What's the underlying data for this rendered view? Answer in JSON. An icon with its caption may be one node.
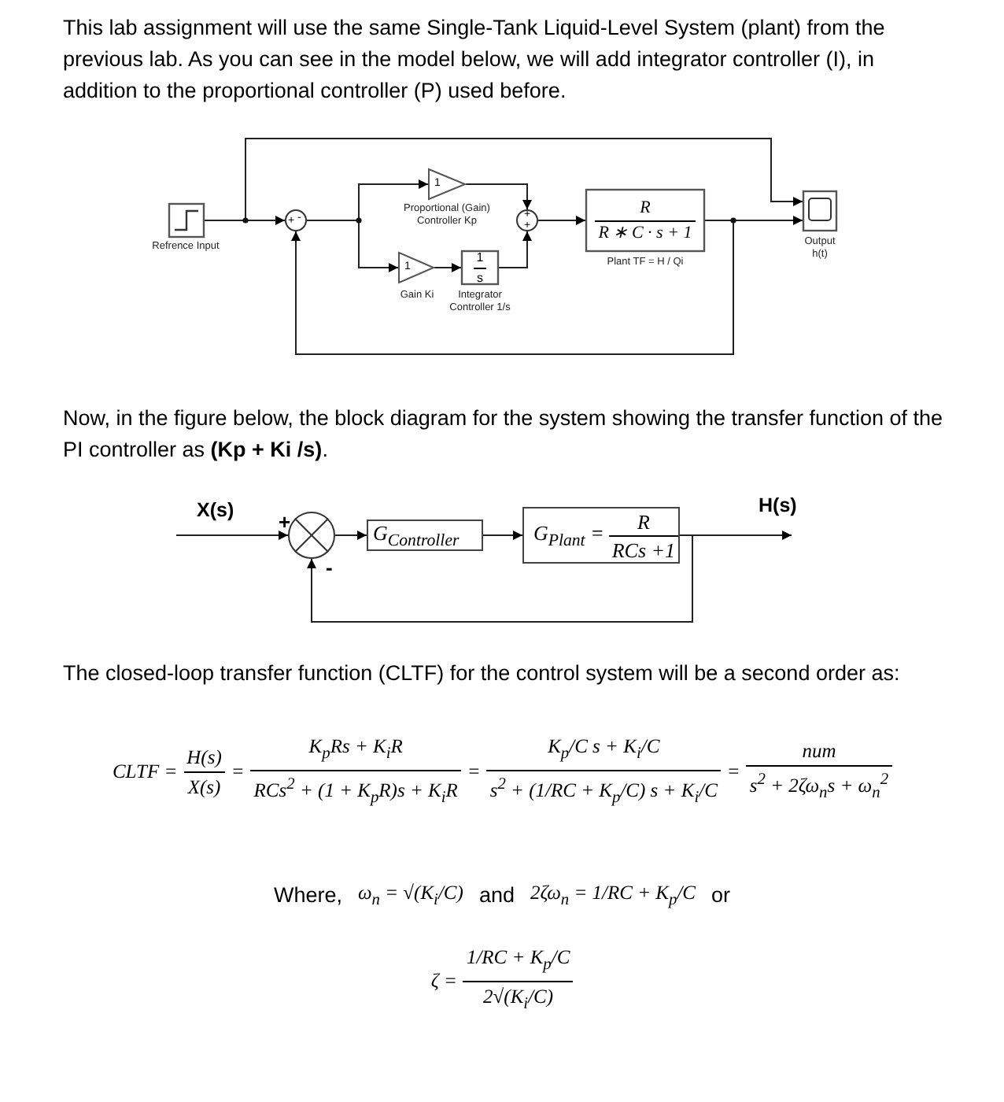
{
  "diagram": {
    "nodes": [
      {
        "text": [],
        "shape": "box",
        "beside": [
          "Refrence Input"
        ]
      },
      {
        "text": [
          "+",
          "-"
        ]
      },
      {
        "text": [
          "1"
        ],
        "beside": [
          "Proportional (Gain) Controller Kp"
        ]
      },
      {
        "text": [
          "1"
        ],
        "beside": [
          "Gain Ki"
        ]
      },
      {
        "text": [
          "1",
          "s"
        ],
        "beside": [
          "Integrator Controller 1/s"
        ]
      },
      {
        "text": [
          "+",
          "+"
        ]
      },
      {
        "text": [
          "R",
          "R ∗ C · s + 1"
        ],
        "beside": [
          "Plant TF = H / Qi"
        ]
      },
      {
        "text": [],
        "shape": "box",
        "beside": [
          "Output h(t)"
        ]
      },
      {
        "text": [],
        "shape": "circle"
      },
      {
        "text": [
          "G$_{Controller}$"
        ]
      },
      {
        "text": [
          "G$_{Plant}$ =",
          "R",
          "RCs +1"
        ]
      }
    ],
    "edges": [
      {
        "from": 0,
        "to": 1,
        "arrow": "to"
      },
      {
        "from": 0,
        "to": 7,
        "arrow": "to"
      },
      {
        "from": 1,
        "to": 2,
        "arrow": "to"
      },
      {
        "from": 1,
        "to": 3,
        "arrow": "to"
      },
      {
        "from": 2,
        "to": 5,
        "arrow": "to"
      },
      {
        "from": 3,
        "to": 4,
        "arrow": "to"
      },
      {
        "from": 4,
        "to": 5,
        "arrow": "to"
      },
      {
        "from": 5,
        "to": 6,
        "arrow": "to"
      },
      {
        "from": 6,
        "to": 7,
        "arrow": "to"
      },
      {
        "from": 6,
        "to": 1,
        "arrow": "to"
      },
      {
        "from": null,
        "to": 8,
        "arrow": "to",
        "label": "X(s)"
      },
      {
        "from": 8,
        "to": 9,
        "arrow": "to"
      },
      {
        "from": 9,
        "to": 10,
        "arrow": "to"
      },
      {
        "from": 10,
        "to": null,
        "arrow": "to",
        "label": "H(s)"
      },
      {
        "from": 10,
        "to": 8,
        "arrow": "to"
      }
    ],
    "labels": [
      "This lab assignment will use the same Single-Tank Liquid-Level System (plant) from the previous lab. As you can see in the model below, we will add integrator controller (I), in addition to the proportional controller (P) used before.",
      "Now, in the figure below, the block diagram for the system showing the transfer function of the PI controller as **(Kp + Ki /s)**.",
      "+",
      "-",
      "The closed-loop transfer function (CLTF) for the control system will be a second order as:",
      "CLTF =",
      "H(s)",
      "X(s)",
      "=",
      "K$_{p}$Rs + K$_{i}$R",
      "RCs$^{2}$ + (1 + K$_{p}$R)s + K$_{i}$R",
      "=",
      "K$_{p}$/C s + K$_{i}$/C",
      "s$^{2}$ + (1/RC + K$_{p}$/C) s + K$_{i}$/C",
      "=",
      "num",
      "s$^{2}$ + 2ζω$_{n}$s + ω$_{n}$$^{2}$",
      "Where,",
      "ω$_{n}$ = √(K$_{i}$/C)",
      "and",
      "2ζω$_{n}$ = 1/RC + K$_{p}$/C",
      "or",
      "ζ =",
      "1/RC + K$_{p}$/C",
      "2√(K$_{i}$/C)"
    ]
  }
}
